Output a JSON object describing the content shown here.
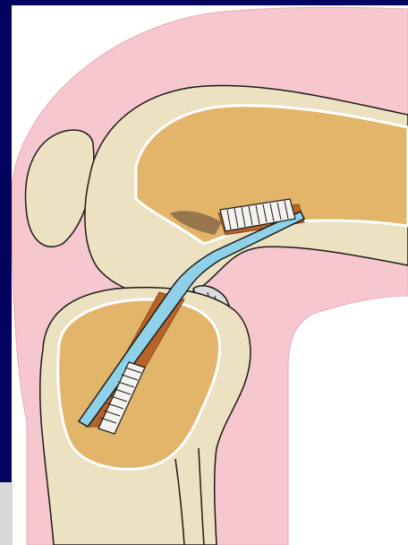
{
  "figure": {
    "subject": "knee-joint-cross-section",
    "icons": [
      "femur",
      "tibia",
      "patella",
      "soft-tissue",
      "graft-tunnel",
      "interference-screw",
      "graft"
    ],
    "colors": {
      "background": "#03035e",
      "soft_tissue": "#f7c7cf",
      "bone_cortex": "#ece1c1",
      "bone_marrow": "#e3b56a",
      "graft": "#8fd1e8",
      "tunnel": "#b7642a",
      "screw": "#f5f3ee",
      "outline": "#1a1a1a"
    }
  }
}
